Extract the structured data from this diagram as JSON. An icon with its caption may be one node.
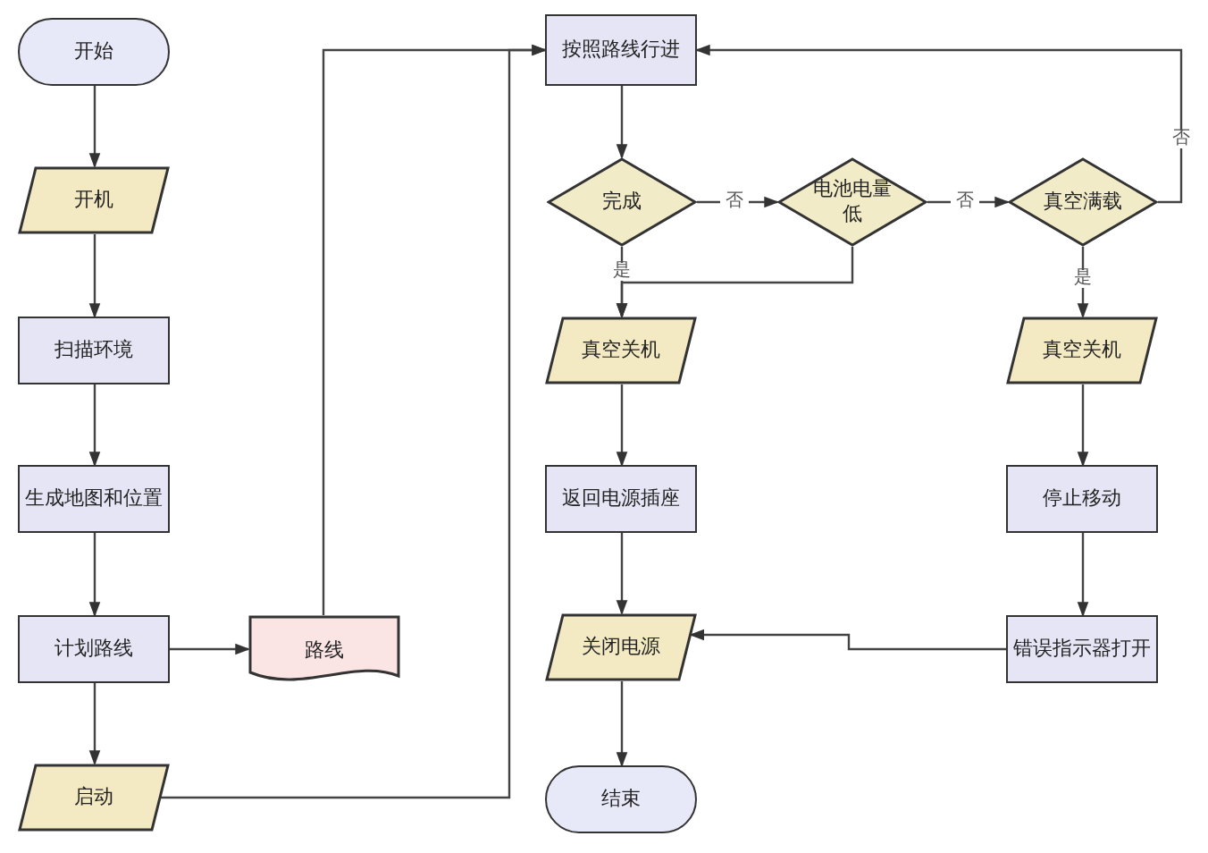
{
  "diagram": {
    "nodes": [
      {
        "text": [
          "开始"
        ]
      },
      {
        "text": [
          "开机"
        ]
      },
      {
        "text": [
          "扫描环境"
        ]
      },
      {
        "text": [
          "生成地图和位置"
        ]
      },
      {
        "text": [
          "计划路线"
        ]
      },
      {
        "text": [
          "启动"
        ]
      },
      {
        "text": [
          "路线"
        ]
      },
      {
        "text": [
          "按照路线行进"
        ]
      },
      {
        "text": [
          "完成"
        ]
      },
      {
        "text": [
          "电池电量低"
        ]
      },
      {
        "text": [
          "真空满载"
        ]
      },
      {
        "text": [
          "真空关机"
        ]
      },
      {
        "text": [
          "真空关机"
        ]
      },
      {
        "text": [
          "返回电源插座"
        ]
      },
      {
        "text": [
          "停止移动"
        ]
      },
      {
        "text": [
          "关闭电源"
        ]
      },
      {
        "text": [
          "错误指示器打开"
        ]
      },
      {
        "text": [
          "结束"
        ]
      }
    ],
    "edges": [
      {
        "from": 0,
        "to": 1,
        "arrow": "to"
      },
      {
        "from": 1,
        "to": 2,
        "arrow": "to"
      },
      {
        "from": 2,
        "to": 3,
        "arrow": "to"
      },
      {
        "from": 3,
        "to": 4,
        "arrow": "to"
      },
      {
        "from": 4,
        "to": 5,
        "arrow": "to"
      },
      {
        "from": 4,
        "to": 6,
        "arrow": "to"
      },
      {
        "from": 6,
        "to": 7,
        "arrow": "to"
      },
      {
        "from": 5,
        "to": 7,
        "arrow": "to"
      },
      {
        "from": 7,
        "to": 8,
        "arrow": "to"
      },
      {
        "from": 8,
        "to": 9,
        "label": "否",
        "arrow": "to"
      },
      {
        "from": 9,
        "to": 10,
        "label": "否",
        "arrow": "to"
      },
      {
        "from": 10,
        "to": 7,
        "label": "否",
        "arrow": "to"
      },
      {
        "from": 8,
        "to": 11,
        "label": "是",
        "arrow": "to"
      },
      {
        "from": 9,
        "to": 11,
        "arrow": "to"
      },
      {
        "from": 10,
        "to": 12,
        "label": "是",
        "arrow": "to"
      },
      {
        "from": 11,
        "to": 13,
        "arrow": "to"
      },
      {
        "from": 13,
        "to": 15,
        "arrow": "to"
      },
      {
        "from": 15,
        "to": 17,
        "arrow": "to"
      },
      {
        "from": 12,
        "to": 14,
        "arrow": "to"
      },
      {
        "from": 14,
        "to": 16,
        "arrow": "to"
      },
      {
        "from": 16,
        "to": 15,
        "arrow": "to"
      }
    ]
  }
}
